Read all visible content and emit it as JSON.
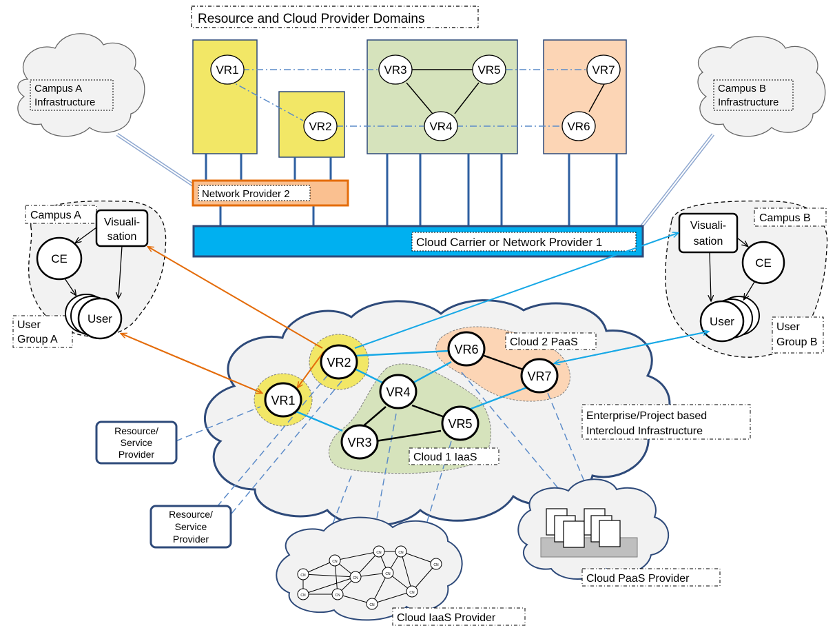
{
  "title": "Resource and Cloud Provider Domains",
  "labels": {
    "campus_a_infra": [
      "Campus A",
      "Infrastructure"
    ],
    "campus_b_infra": [
      "Campus B",
      "Infrastructure"
    ],
    "network_provider_2": "Network Provider 2",
    "network_provider_1": "Cloud Carrier or Network Provider 1",
    "campus_a": "Campus A",
    "campus_b": "Campus B",
    "user_group_a": [
      "User",
      "Group A"
    ],
    "user_group_b": [
      "User",
      "Group B"
    ],
    "visualisation": [
      "Visuali-",
      "sation"
    ],
    "ce": "CE",
    "user": "User",
    "cloud2_paas": "Cloud 2 PaaS",
    "cloud1_iaas": "Cloud 1 IaaS",
    "enterprise": [
      "Enterprise/Project based",
      "Intercloud Infrastructure"
    ],
    "rsp": [
      "Resource/",
      "Service",
      "Provider"
    ],
    "cloud_paas_provider": "Cloud PaaS Provider",
    "cloud_iaas_provider": "Cloud IaaS Provider",
    "cn": "CN"
  },
  "vr_nodes": [
    "VR1",
    "VR2",
    "VR3",
    "VR4",
    "VR5",
    "VR6",
    "VR7"
  ],
  "colors": {
    "yellow_domain": "#f2e766",
    "green_domain": "#d6e3bc",
    "peach_domain": "#fcd5b5",
    "orange_bar": "#e46c0a",
    "blue_bar": "#00b0f0",
    "navy": "#2e4a7a",
    "dash_blue": "#5b8bc9",
    "orange_arrow": "#e46c0a",
    "cyan_arrow": "#17a8e6",
    "cloud_fill": "#f2f2f2"
  }
}
